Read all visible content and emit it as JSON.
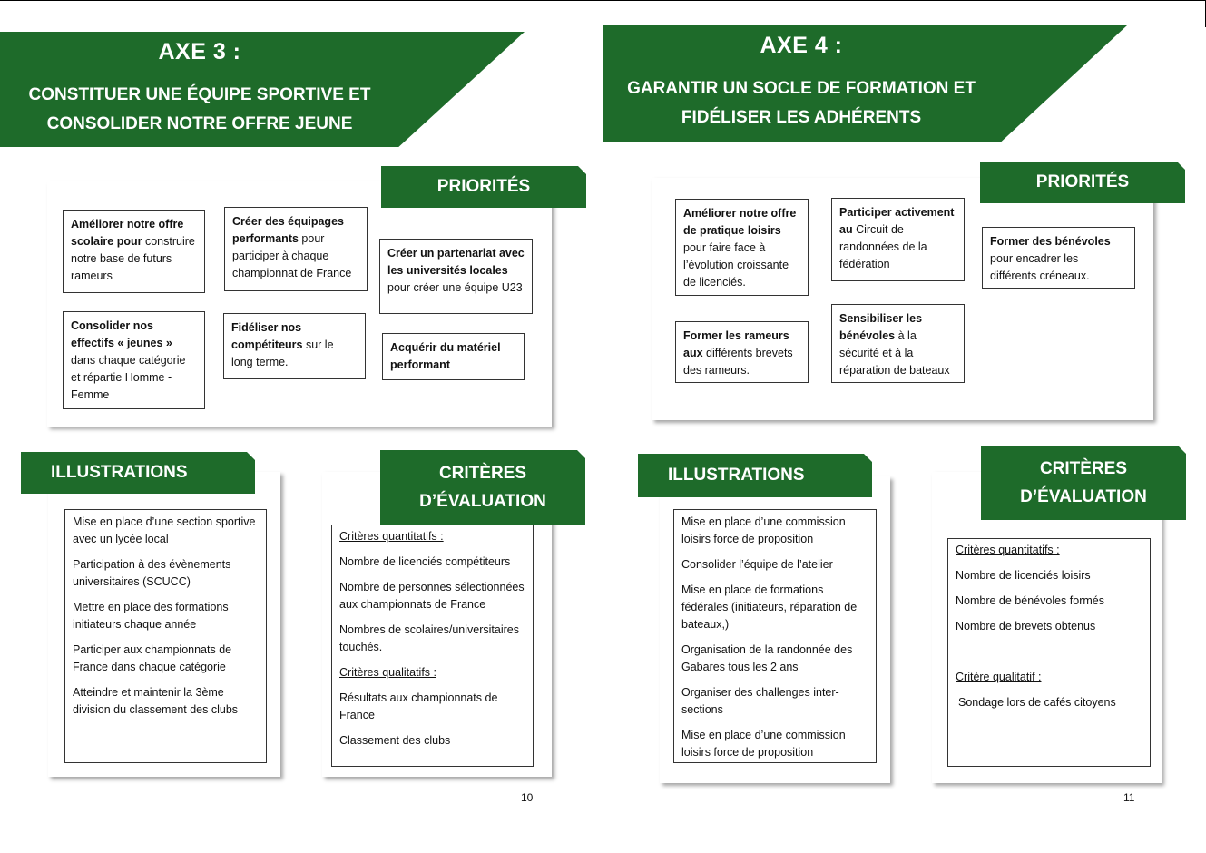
{
  "page_left": {
    "axe": {
      "title": "AXE 3 :",
      "subtitle_line1": "CONSTITUER UNE ÉQUIPE SPORTIVE ET",
      "subtitle_line2": "CONSOLIDER NOTRE OFFRE JEUNE"
    },
    "priorities": {
      "header": "PRIORITÉS",
      "items": [
        {
          "bold": "Améliorer notre offre scolaire pour",
          "rest": " construire notre base de futurs rameurs"
        },
        {
          "bold": "Créer des équipages performants",
          "rest": " pour participer à chaque championnat de France"
        },
        {
          "bold": "Créer un partenariat avec les universités locales",
          "rest": " pour créer une équipe U23"
        },
        {
          "bold": "Consolider nos effectifs « jeunes »",
          "rest": " dans chaque catégorie et répartie Homme - Femme"
        },
        {
          "bold": "Fidéliser nos compétiteurs",
          "rest": " sur le long terme."
        },
        {
          "bold": "Acquérir du matériel performant",
          "rest": ""
        }
      ]
    },
    "illustrations": {
      "header": "ILLUSTRATIONS",
      "items": [
        "Mise en place d’une section sportive avec un lycée local",
        "Participation à des évènements universitaires (SCUCC)",
        "Mettre en place des formations initiateurs chaque année",
        "Participer aux championnats de France dans chaque catégorie",
        "Atteindre et maintenir la 3ème division du classement des clubs"
      ]
    },
    "criteria": {
      "header_line1": "CRITÈRES",
      "header_line2": "D’ÉVALUATION",
      "quant_title": "Critères quantitatifs :",
      "quant_items": [
        "Nombre de licenciés compétiteurs",
        "Nombre de personnes sélectionnées aux championnats de France",
        "Nombres de scolaires/universitaires touchés."
      ],
      "qual_title": "Critères qualitatifs :",
      "qual_items": [
        "Résultats aux championnats de France",
        "Classement des clubs"
      ]
    },
    "page_number": "10"
  },
  "page_right": {
    "axe": {
      "title": "AXE 4 :",
      "subtitle_line1": "GARANTIR UN SOCLE DE FORMATION ET",
      "subtitle_line2": "FIDÉLISER LES ADHÉRENTS"
    },
    "priorities": {
      "header": "PRIORITÉS",
      "items": [
        {
          "bold": "Améliorer notre offre de pratique loisirs",
          "rest": " pour faire face à l’évolution croissante de licenciés."
        },
        {
          "bold": "Participer activement au",
          "rest": " Circuit de randonnées de la fédération"
        },
        {
          "bold": "Former des bénévoles",
          "rest": " pour encadrer les différents créneaux."
        },
        {
          "bold": "Former les rameurs aux",
          "rest": " différents brevets des rameurs."
        },
        {
          "bold": "Sensibiliser les bénévoles",
          "rest": " à la sécurité et à la réparation de bateaux"
        }
      ]
    },
    "illustrations": {
      "header": "ILLUSTRATIONS",
      "items": [
        "Mise en place d’une commission loisirs force de proposition",
        "Consolider l’équipe de l’atelier",
        "Mise en place de formations fédérales (initiateurs, réparation de bateaux,)",
        "Organisation de la randonnée des Gabares tous les 2 ans",
        "Organiser des challenges inter-sections",
        "Mise en place d’une commission loisirs force de proposition"
      ]
    },
    "criteria": {
      "header_line1": "CRITÈRES",
      "header_line2": "D’ÉVALUATION",
      "quant_title": "Critères quantitatifs :",
      "quant_items": [
        "Nombre de licenciés loisirs",
        "Nombre de bénévoles formés",
        "Nombre de brevets obtenus"
      ],
      "qual_title": "Critère qualitatif :",
      "qual_items": [
        "Sondage lors de cafés citoyens"
      ]
    },
    "page_number": "11"
  }
}
